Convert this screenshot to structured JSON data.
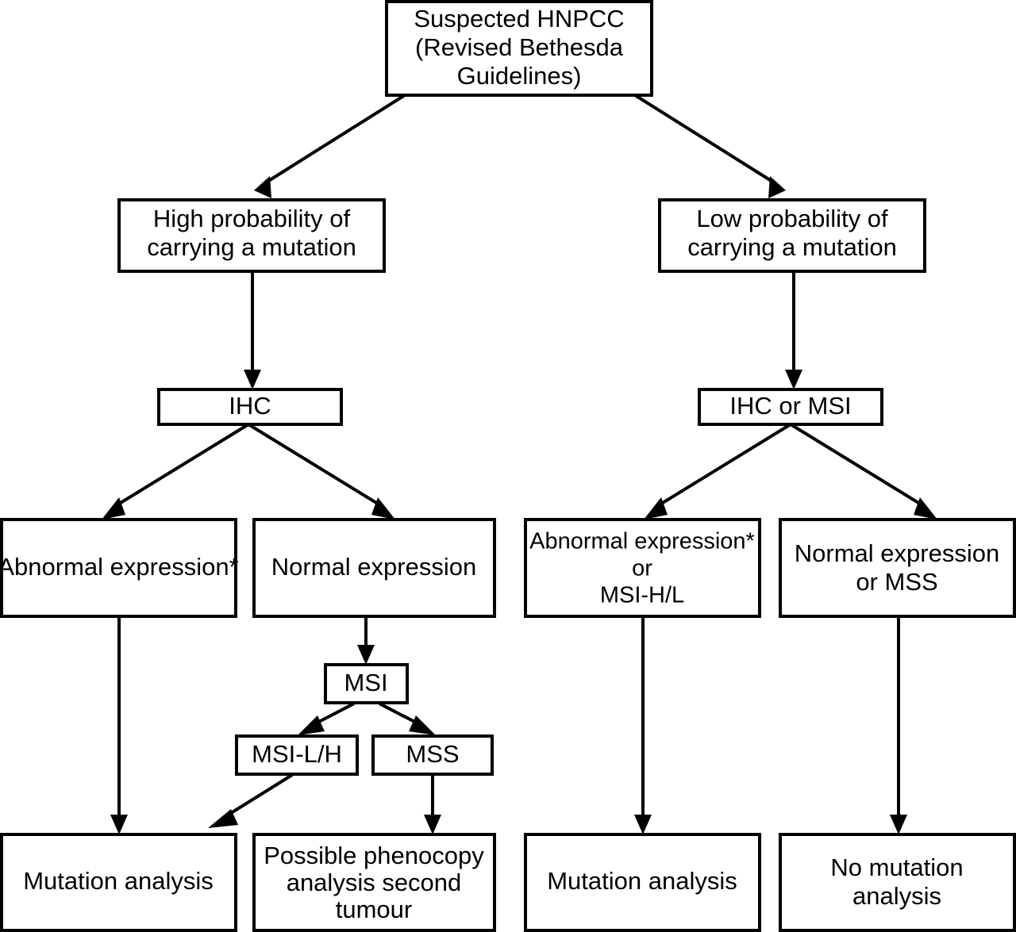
{
  "diagram": {
    "title": "HNPCC diagnostic testing algorithm",
    "background_color": "#ffffff",
    "line_color": "#000000",
    "text_color": "#000000",
    "nodes": {
      "suspected_hnpcc": {
        "lines": [
          "Suspected HNPCC",
          "(Revised Bethesda",
          "Guidelines)"
        ]
      },
      "high_probability": {
        "lines": [
          "High probability of",
          "carrying a mutation"
        ]
      },
      "low_probability": {
        "lines": [
          "Low probability of",
          "carrying a mutation"
        ]
      },
      "ihc": {
        "lines": [
          "IHC"
        ]
      },
      "ihc_or_msi": {
        "lines": [
          "IHC or MSI"
        ]
      },
      "abnormal_expression_left": {
        "lines": [
          "Abnormal expression*"
        ]
      },
      "normal_expression_left": {
        "lines": [
          "Normal expression"
        ]
      },
      "abnormal_expression_right": {
        "lines": [
          "Abnormal expression*",
          "or",
          "MSI-H/L"
        ]
      },
      "normal_expression_right": {
        "lines": [
          "Normal expression",
          "or MSS"
        ]
      },
      "msi": {
        "lines": [
          "MSI"
        ]
      },
      "msi_lh": {
        "lines": [
          "MSI-L/H"
        ]
      },
      "mss": {
        "lines": [
          "MSS"
        ]
      },
      "mutation_analysis_left": {
        "lines": [
          "Mutation analysis"
        ]
      },
      "possible_phenocopy": {
        "lines": [
          "Possible phenocopy",
          "analysis second",
          "tumour"
        ]
      },
      "mutation_analysis_right": {
        "lines": [
          "Mutation analysis"
        ]
      },
      "no_mutation_analysis": {
        "lines": [
          "No mutation",
          "analysis"
        ]
      }
    },
    "edges": [
      {
        "from": "suspected_hnpcc",
        "to": "high_probability"
      },
      {
        "from": "suspected_hnpcc",
        "to": "low_probability"
      },
      {
        "from": "high_probability",
        "to": "ihc"
      },
      {
        "from": "low_probability",
        "to": "ihc_or_msi"
      },
      {
        "from": "ihc",
        "to": "abnormal_expression_left"
      },
      {
        "from": "ihc",
        "to": "normal_expression_left"
      },
      {
        "from": "ihc_or_msi",
        "to": "abnormal_expression_right"
      },
      {
        "from": "ihc_or_msi",
        "to": "normal_expression_right"
      },
      {
        "from": "abnormal_expression_left",
        "to": "mutation_analysis_left"
      },
      {
        "from": "normal_expression_left",
        "to": "msi"
      },
      {
        "from": "msi",
        "to": "msi_lh"
      },
      {
        "from": "msi",
        "to": "mss"
      },
      {
        "from": "msi_lh",
        "to": "mutation_analysis_left"
      },
      {
        "from": "mss",
        "to": "possible_phenocopy"
      },
      {
        "from": "abnormal_expression_right",
        "to": "mutation_analysis_right"
      },
      {
        "from": "normal_expression_right",
        "to": "no_mutation_analysis"
      }
    ]
  }
}
